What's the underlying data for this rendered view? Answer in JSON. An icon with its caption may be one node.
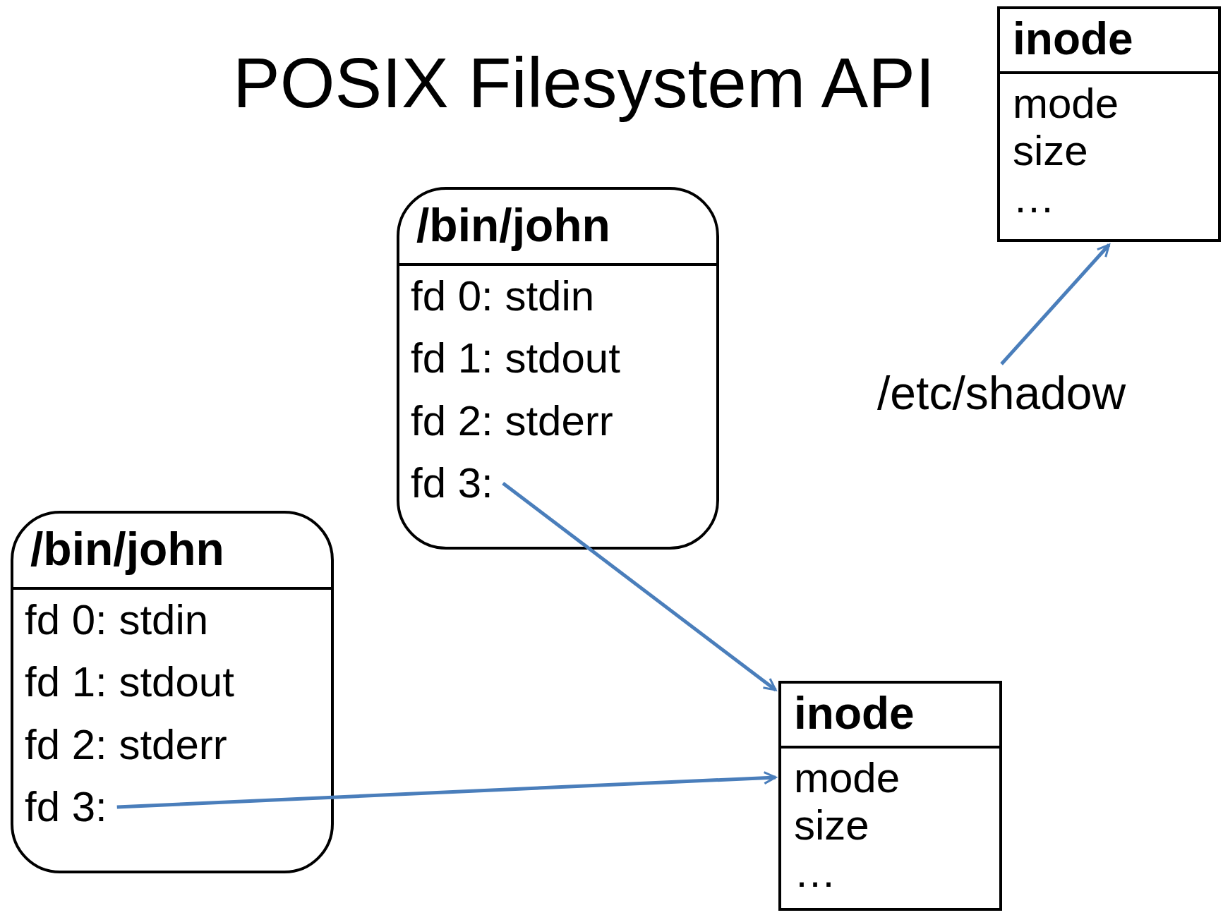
{
  "diagram": {
    "title": "POSIX Filesystem API",
    "nodes": [
      {
        "text": [
          "inode",
          "mode size …"
        ]
      },
      {
        "text": [
          "/bin/john"
        ]
      },
      {
        "text": [
          "fd 0: stdin"
        ],
        "in": 1
      },
      {
        "text": [
          "fd 1: stdout"
        ],
        "in": 1
      },
      {
        "text": [
          "fd 2: stderr"
        ],
        "in": 1
      },
      {
        "text": [
          "fd 3:"
        ],
        "in": 1
      },
      {
        "text": [
          "/etc/shadow"
        ]
      },
      {
        "text": [
          "/bin/john"
        ]
      },
      {
        "text": [
          "fd 0: stdin"
        ],
        "in": 7
      },
      {
        "text": [
          "fd 1: stdout"
        ],
        "in": 7
      },
      {
        "text": [
          "fd 2: stderr"
        ],
        "in": 7
      },
      {
        "text": [
          "fd 3:"
        ],
        "in": 7
      },
      {
        "text": [
          "inode",
          "mode size …"
        ]
      }
    ],
    "edges": [
      {
        "from": 6,
        "to": 0,
        "arrow": "to"
      },
      {
        "from": 5,
        "to": 12,
        "arrow": "to"
      },
      {
        "from": 11,
        "to": 12,
        "arrow": "to"
      }
    ]
  }
}
